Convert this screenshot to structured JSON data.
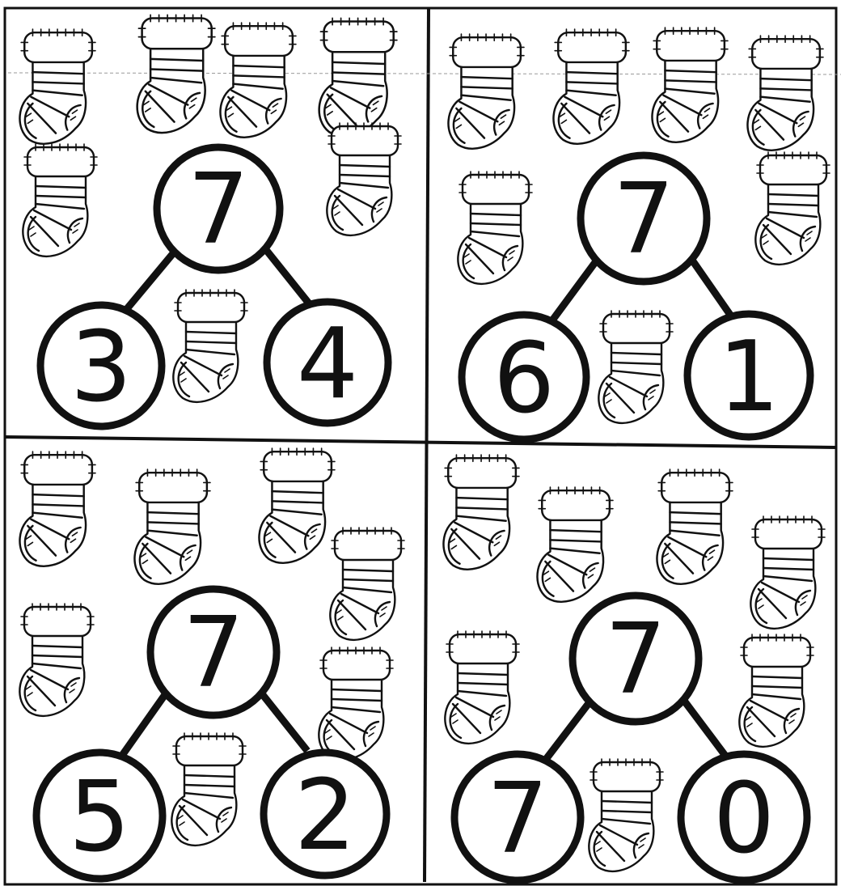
{
  "worksheet": {
    "panels": [
      {
        "whole": "7",
        "part_left": "3",
        "part_right": "4",
        "stocking_count": 7
      },
      {
        "whole": "7",
        "part_left": "6",
        "part_right": "1",
        "stocking_count": 7
      },
      {
        "whole": "7",
        "part_left": "5",
        "part_right": "2",
        "stocking_count": 7
      },
      {
        "whole": "7",
        "part_left": "7",
        "part_right": "0",
        "stocking_count": 7
      }
    ],
    "colors": {
      "ink": "#111111",
      "paper": "#ffffff"
    },
    "stocking_icon": "stocking-icon"
  }
}
